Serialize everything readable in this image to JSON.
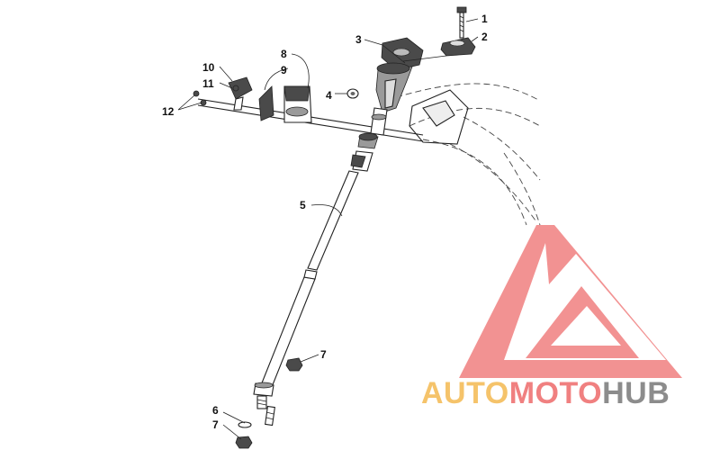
{
  "callouts": {
    "c1": "1",
    "c2": "2",
    "c3": "3",
    "c4": "4",
    "c5": "5",
    "c6": "6",
    "c7a": "7",
    "c7b": "7",
    "c8": "8",
    "c9": "9",
    "c10": "10",
    "c11": "11",
    "c12": "12"
  },
  "watermark": {
    "word_auto": "AUTO",
    "word_moto": "MOTO",
    "word_hub": "HUB",
    "color_auto": "#f5c36a",
    "color_moto": "#f08080",
    "color_hub": "#8c8c8c",
    "logo_color": "#f08080"
  }
}
